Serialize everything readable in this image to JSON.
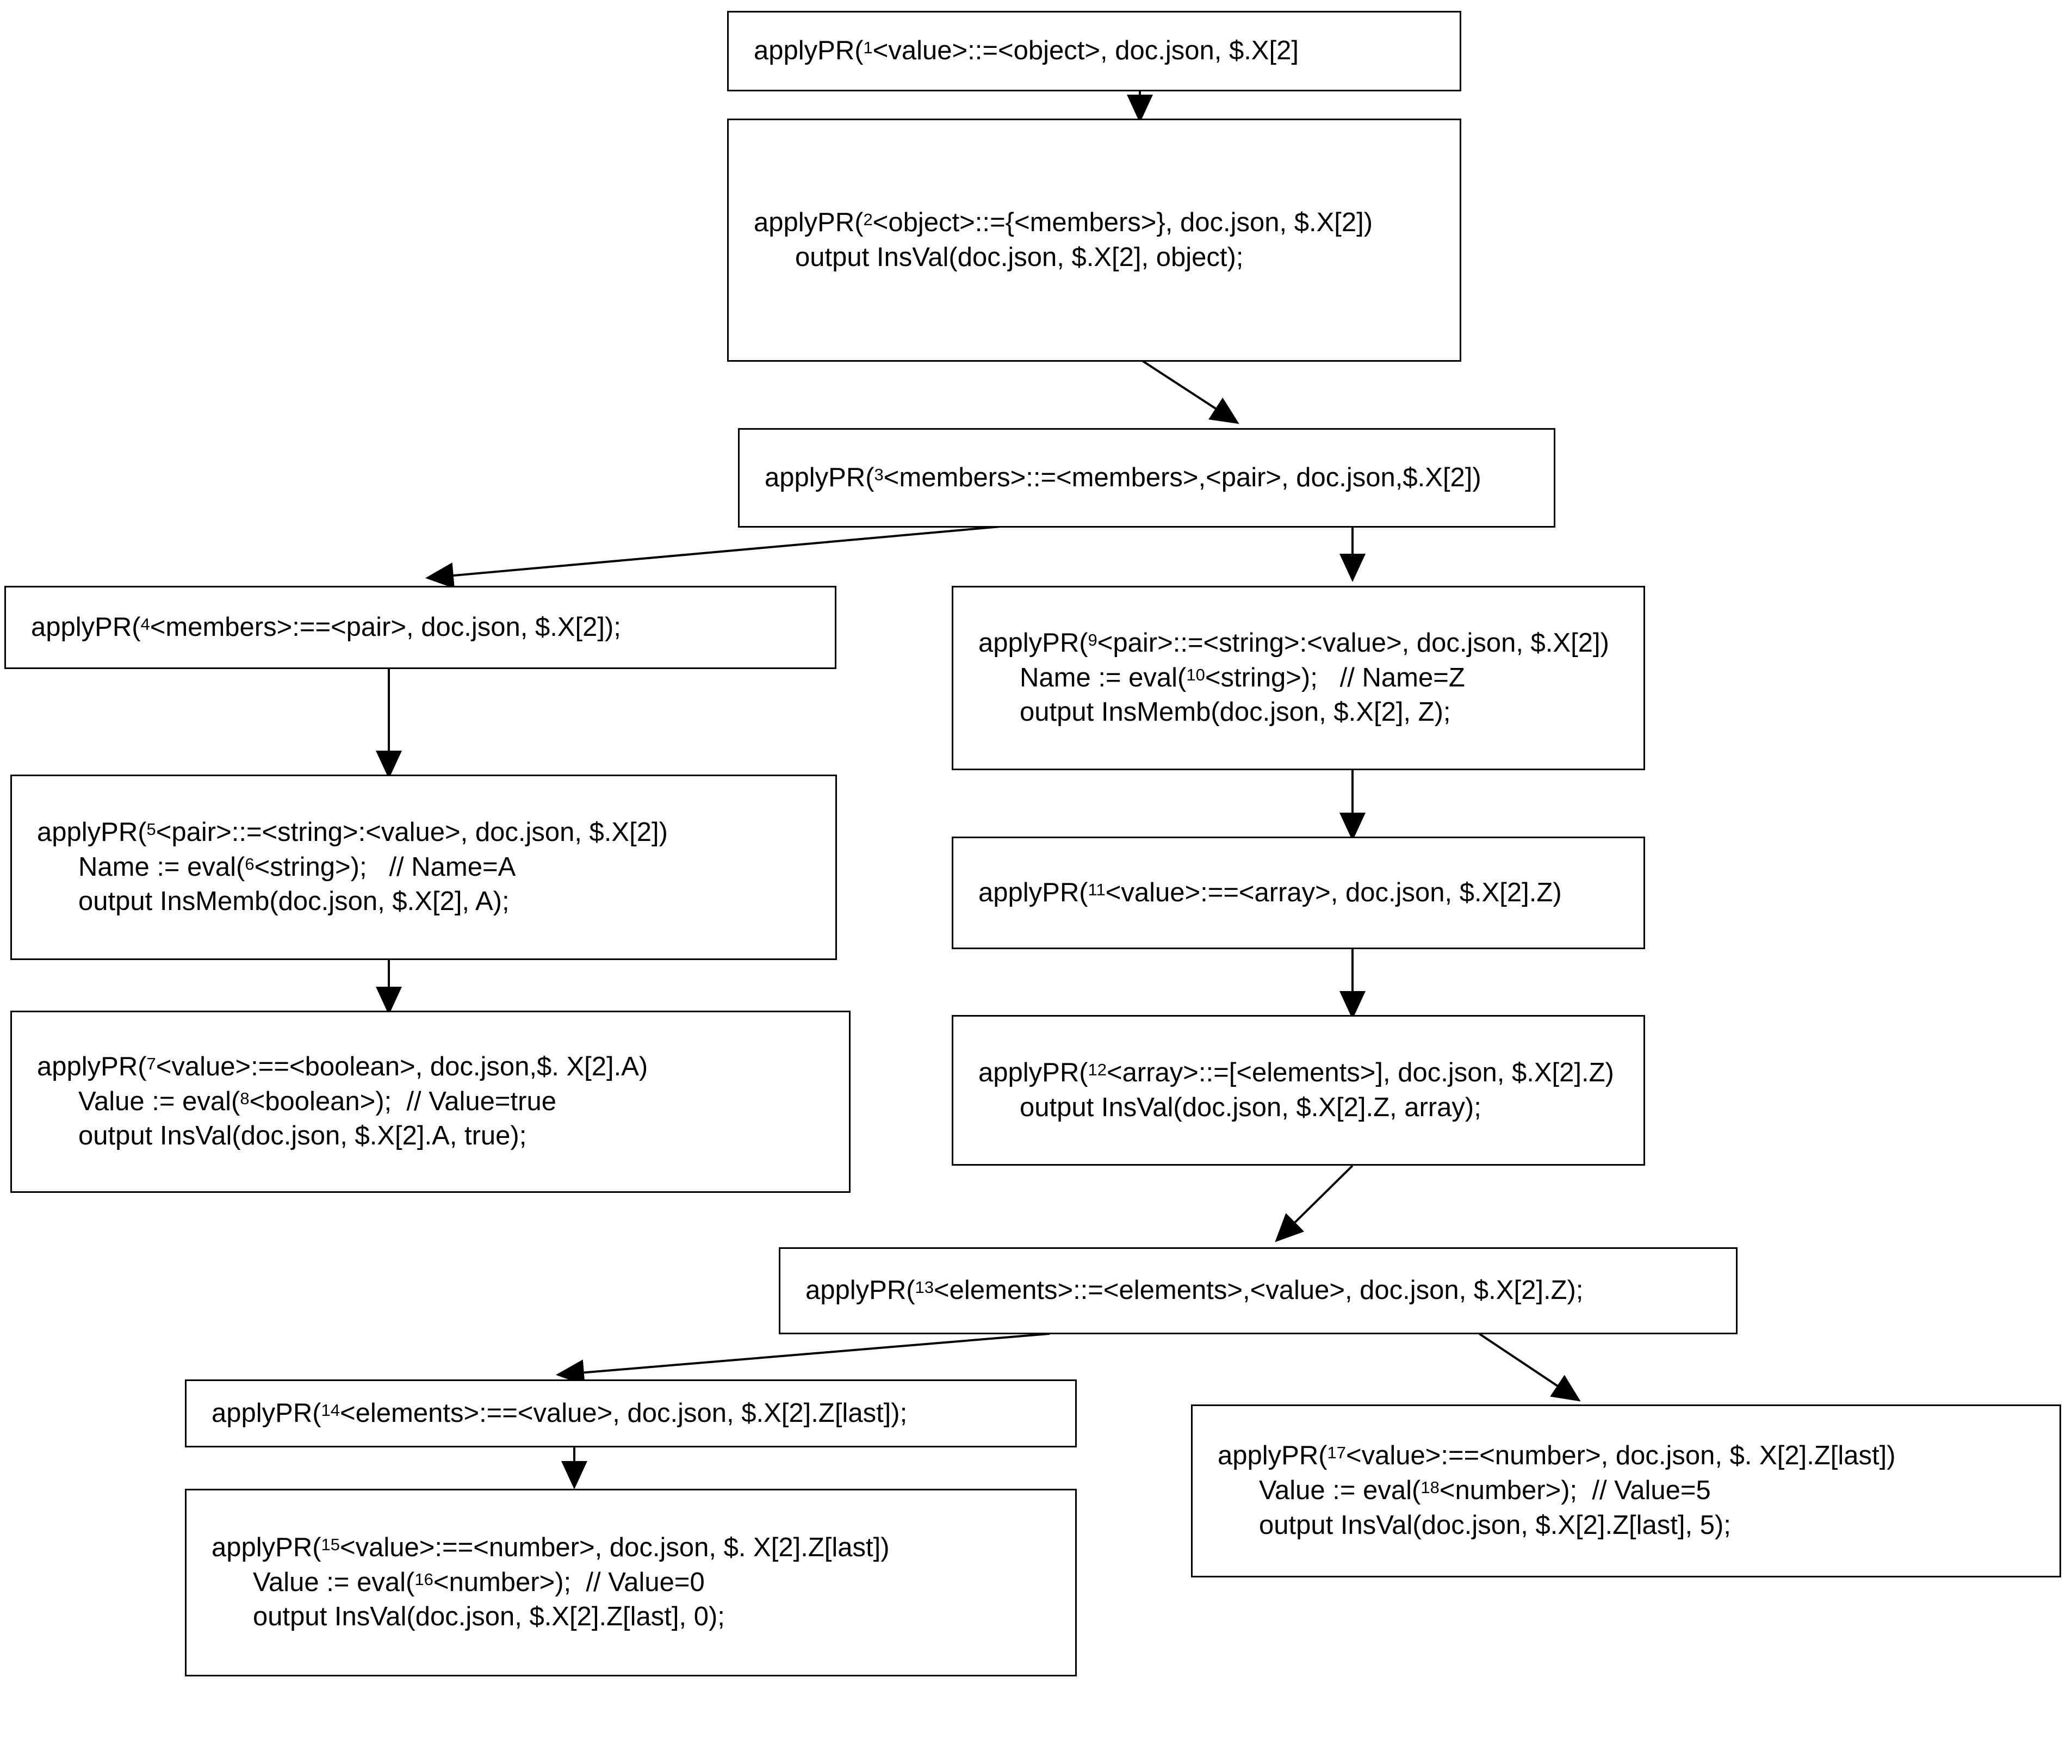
{
  "diagram": {
    "title": "applyPR derivation tree for doc.json JSON construction",
    "background_color": "#ffffff",
    "line_color": "#000000",
    "nodes": [
      {
        "id": "n1",
        "lines": [
          {
            "pre": "applyPR(",
            "sup": "1",
            "post": "<value>::=<object>, doc.json, $.X[2]",
            "indent": false
          }
        ]
      },
      {
        "id": "n2",
        "lines": [
          {
            "pre": "applyPR(",
            "sup": "2",
            "post": "<object>::={<members>}, doc.json, $.X[2])",
            "indent": false
          },
          {
            "pre": "output InsVal(doc.json, $.X[2], object);",
            "sup": "",
            "post": "",
            "indent": true
          }
        ]
      },
      {
        "id": "n3",
        "lines": [
          {
            "pre": "applyPR(",
            "sup": "3",
            "post": "<members>::=<members>,<pair>, doc.json,$.X[2])",
            "indent": false
          }
        ]
      },
      {
        "id": "n4",
        "lines": [
          {
            "pre": "applyPR(",
            "sup": "4",
            "post": "<members>:==<pair>, doc.json, $.X[2]);",
            "indent": false
          }
        ]
      },
      {
        "id": "n5",
        "lines": [
          {
            "pre": "applyPR(",
            "sup": "5",
            "post": "<pair>::=<string>:<value>, doc.json, $.X[2])",
            "indent": false
          },
          {
            "pre": "Name := eval(",
            "sup": "6",
            "post": "<string>);   // Name=A",
            "indent": true
          },
          {
            "pre": "output InsMemb(doc.json, $.X[2], A);",
            "sup": "",
            "post": "",
            "indent": true
          }
        ]
      },
      {
        "id": "n7",
        "lines": [
          {
            "pre": "applyPR(",
            "sup": "7",
            "post": "<value>:==<boolean>, doc.json,$. X[2].A)",
            "indent": false
          },
          {
            "pre": "Value := eval(",
            "sup": "8",
            "post": "<boolean>);  // Value=true",
            "indent": true
          },
          {
            "pre": "output InsVal(doc.json, $.X[2].A, true);",
            "sup": "",
            "post": "",
            "indent": true
          }
        ]
      },
      {
        "id": "n9",
        "lines": [
          {
            "pre": "applyPR(",
            "sup": "9",
            "post": "<pair>::=<string>:<value>, doc.json, $.X[2])",
            "indent": false
          },
          {
            "pre": "Name := eval(",
            "sup": "10",
            "post": "<string>);   // Name=Z",
            "indent": true
          },
          {
            "pre": "output InsMemb(doc.json, $.X[2], Z);",
            "sup": "",
            "post": "",
            "indent": true
          }
        ]
      },
      {
        "id": "n11",
        "lines": [
          {
            "pre": "applyPR(",
            "sup": "11",
            "post": "<value>:==<array>, doc.json, $.X[2].Z)",
            "indent": false
          }
        ]
      },
      {
        "id": "n12",
        "lines": [
          {
            "pre": "applyPR(",
            "sup": "12",
            "post": "<array>::=[<elements>], doc.json, $.X[2].Z)",
            "indent": false
          },
          {
            "pre": "output InsVal(doc.json, $.X[2].Z, array);",
            "sup": "",
            "post": "",
            "indent": true
          }
        ]
      },
      {
        "id": "n13",
        "lines": [
          {
            "pre": "applyPR(",
            "sup": "13",
            "post": "<elements>::=<elements>,<value>, doc.json, $.X[2].Z);",
            "indent": false
          }
        ]
      },
      {
        "id": "n14",
        "lines": [
          {
            "pre": "applyPR(",
            "sup": "14",
            "post": "<elements>:==<value>, doc.json, $.X[2].Z[last]);",
            "indent": false
          }
        ]
      },
      {
        "id": "n15",
        "lines": [
          {
            "pre": "applyPR(",
            "sup": "15",
            "post": "<value>:==<number>, doc.json, $. X[2].Z[last])",
            "indent": false
          },
          {
            "pre": "Value := eval(",
            "sup": "16",
            "post": "<number>);  // Value=0",
            "indent": true
          },
          {
            "pre": "output InsVal(doc.json, $.X[2].Z[last], 0);",
            "sup": "",
            "post": "",
            "indent": true
          }
        ]
      },
      {
        "id": "n17",
        "lines": [
          {
            "pre": "applyPR(",
            "sup": "17",
            "post": "<value>:==<number>, doc.json, $. X[2].Z[last])",
            "indent": false
          },
          {
            "pre": "Value := eval(",
            "sup": "18",
            "post": "<number>);  // Value=5",
            "indent": true
          },
          {
            "pre": "output InsVal(doc.json, $.X[2].Z[last], 5);",
            "sup": "",
            "post": "",
            "indent": true
          }
        ]
      }
    ],
    "edges": [
      {
        "from": "n1",
        "to": "n2"
      },
      {
        "from": "n2",
        "to": "n3"
      },
      {
        "from": "n3",
        "to": "n4"
      },
      {
        "from": "n3",
        "to": "n9"
      },
      {
        "from": "n4",
        "to": "n5"
      },
      {
        "from": "n5",
        "to": "n7"
      },
      {
        "from": "n9",
        "to": "n11"
      },
      {
        "from": "n11",
        "to": "n12"
      },
      {
        "from": "n12",
        "to": "n13"
      },
      {
        "from": "n13",
        "to": "n14"
      },
      {
        "from": "n13",
        "to": "n17"
      },
      {
        "from": "n14",
        "to": "n15"
      }
    ]
  }
}
